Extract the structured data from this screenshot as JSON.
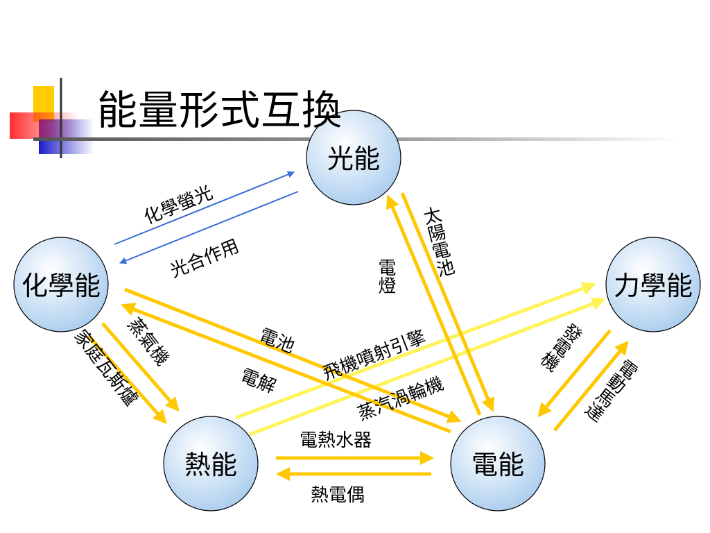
{
  "slide": {
    "title": "能量形式互換"
  },
  "nodes": {
    "light": "光能",
    "chemical": "化學能",
    "mechanical": "力學能",
    "heat": "熱能",
    "electric": "電能"
  },
  "processes": {
    "chemiluminescence": "化學螢光",
    "photosynthesis": "光合作用",
    "lamp": "電燈",
    "solar_cell": "太陽電池",
    "steam_engine": "蒸氣機",
    "gas_stove": "家庭瓦斯爐",
    "battery": "電池",
    "electrolysis": "電解",
    "jet_engine": "飛機噴射引擎",
    "steam_turbine": "蒸汽渦輪機",
    "generator": "發電機",
    "electric_motor": "電動馬達",
    "water_heater": "電熱水器",
    "thermocouple": "熱電偶"
  },
  "colors": {
    "title_bar_yellow": "#FFCC00",
    "title_bar_red": "#FF3333",
    "title_bar_blue": "#2222CC",
    "node_fill_center": "#FFFFFF",
    "node_fill_edge": "#A9CCEE",
    "arrow_blue": "#3B6FD8",
    "arrow_yellow": "#FFC800",
    "arrow_light_yellow": "#FFF35A"
  }
}
